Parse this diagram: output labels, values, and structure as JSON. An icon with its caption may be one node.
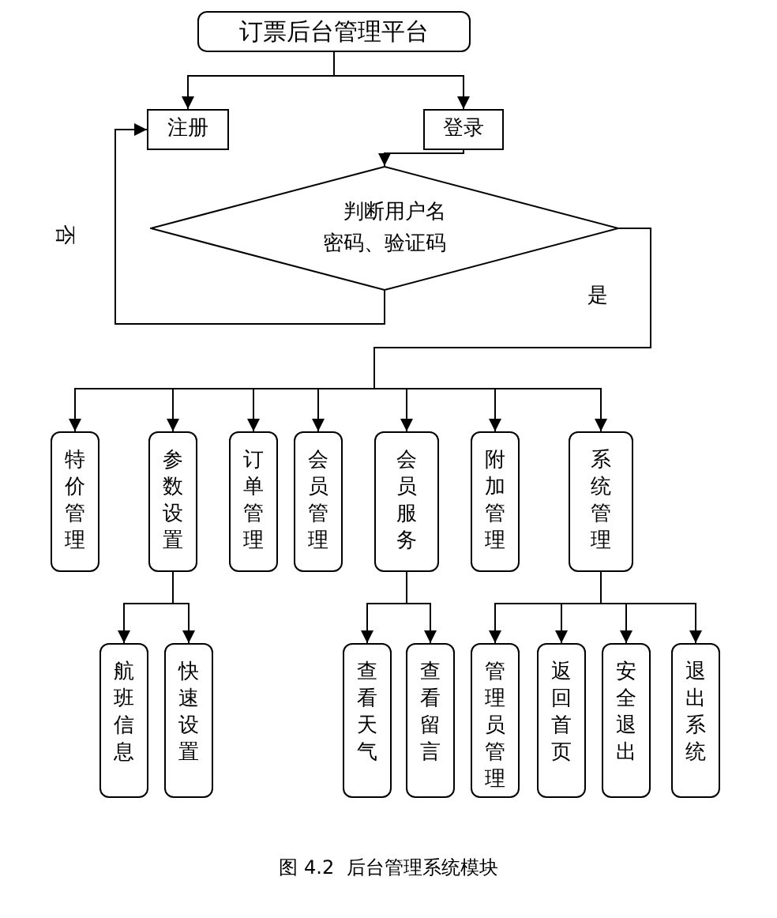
{
  "diagram": {
    "caption": "图 4.2  后台管理系统模块",
    "nodes": [
      {
        "text": [
          "订票后台管理平台"
        ]
      },
      {
        "text": [
          "注册"
        ]
      },
      {
        "text": [
          "登录"
        ]
      },
      {
        "text": [
          "判断用户名密码、验证码"
        ]
      },
      {
        "text": [
          "特价管理"
        ]
      },
      {
        "text": [
          "参数设置"
        ]
      },
      {
        "text": [
          "订单管理"
        ]
      },
      {
        "text": [
          "会员管理"
        ]
      },
      {
        "text": [
          "会员服务"
        ]
      },
      {
        "text": [
          "附加管理"
        ]
      },
      {
        "text": [
          "系统管理"
        ]
      },
      {
        "text": [
          "航班信息"
        ]
      },
      {
        "text": [
          "快速设置"
        ]
      },
      {
        "text": [
          "查看天气"
        ]
      },
      {
        "text": [
          "查看留言"
        ]
      },
      {
        "text": [
          "管理员管理"
        ]
      },
      {
        "text": [
          "返回首页"
        ]
      },
      {
        "text": [
          "安全退出"
        ]
      },
      {
        "text": [
          "退出系统"
        ]
      }
    ],
    "edges": [
      {
        "from": 0,
        "to": 1,
        "arrow": "to"
      },
      {
        "from": 0,
        "to": 2,
        "arrow": "to"
      },
      {
        "from": 2,
        "to": 3,
        "arrow": "to"
      },
      {
        "from": 3,
        "to": 1,
        "arrow": "to",
        "label": "否"
      },
      {
        "from": 3,
        "to": 4,
        "arrow": "to",
        "label": "是"
      },
      {
        "from": 3,
        "to": 5,
        "arrow": "to"
      },
      {
        "from": 3,
        "to": 6,
        "arrow": "to"
      },
      {
        "from": 3,
        "to": 7,
        "arrow": "to"
      },
      {
        "from": 3,
        "to": 8,
        "arrow": "to"
      },
      {
        "from": 3,
        "to": 9,
        "arrow": "to"
      },
      {
        "from": 3,
        "to": 10,
        "arrow": "to"
      },
      {
        "from": 5,
        "to": 11,
        "arrow": "to"
      },
      {
        "from": 5,
        "to": 12,
        "arrow": "to"
      },
      {
        "from": 8,
        "to": 13,
        "arrow": "to"
      },
      {
        "from": 8,
        "to": 14,
        "arrow": "to"
      },
      {
        "from": 10,
        "to": 15,
        "arrow": "to"
      },
      {
        "from": 10,
        "to": 16,
        "arrow": "to"
      },
      {
        "from": 10,
        "to": 17,
        "arrow": "to"
      },
      {
        "from": 10,
        "to": 18,
        "arrow": "to"
      }
    ]
  }
}
